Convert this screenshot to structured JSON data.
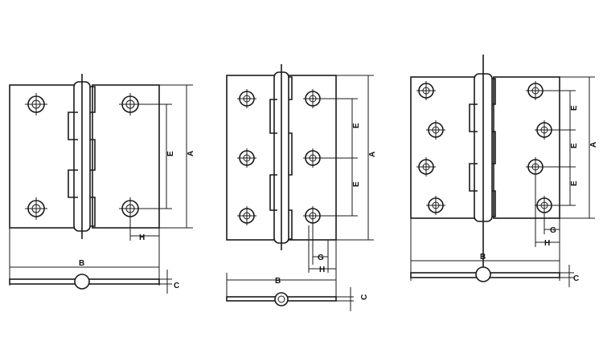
{
  "labels": {
    "a": "A",
    "b": "B",
    "c": "C",
    "e": "E",
    "g": "G",
    "h": "H"
  },
  "colors": {
    "line": "#1a1a1a",
    "background": "#ffffff"
  }
}
